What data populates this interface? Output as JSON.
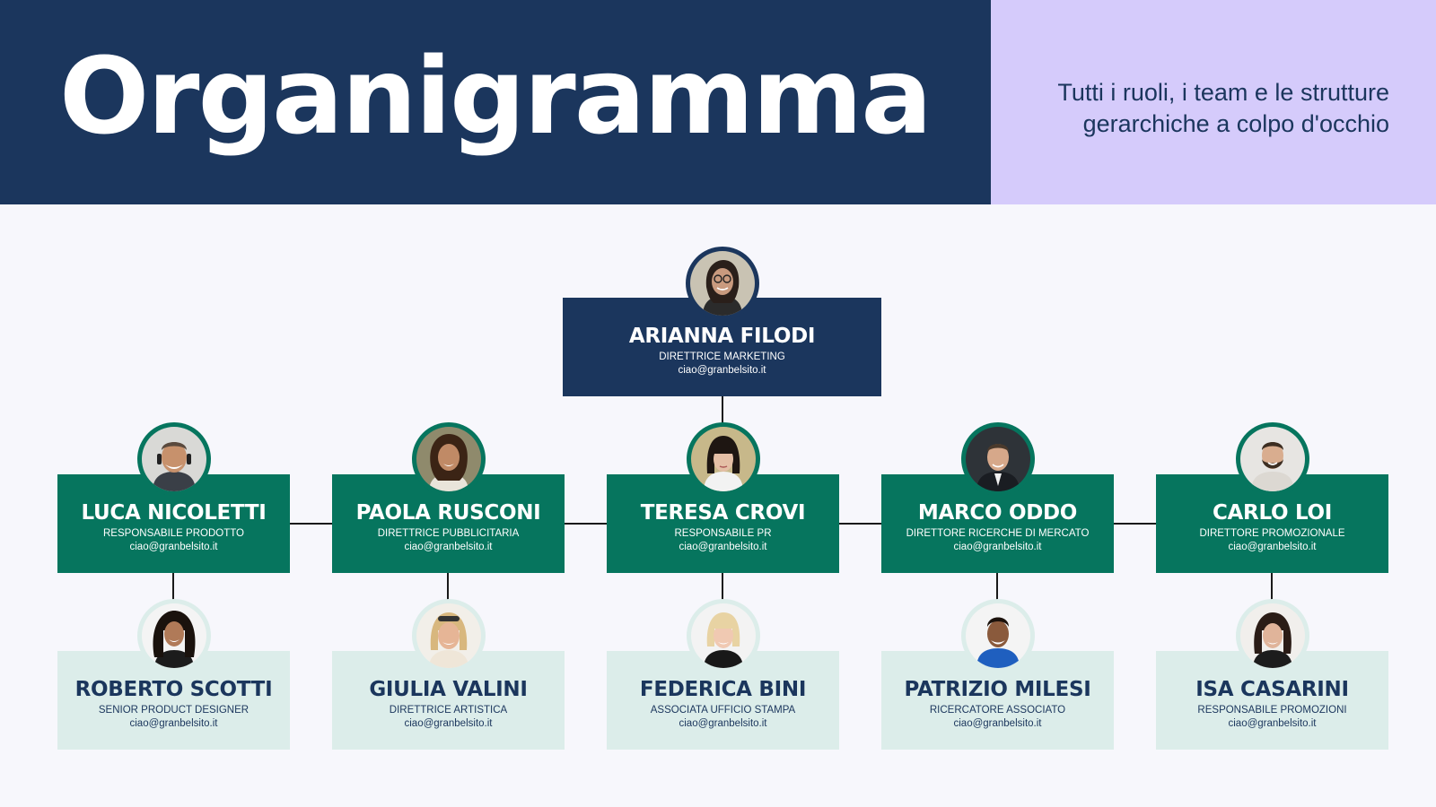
{
  "header": {
    "title": "Organigramma",
    "subtitle": "Tutti i ruoli, i team e le strutture gerarchiche a colpo d'occhio"
  },
  "colors": {
    "navy": "#1b365d",
    "lavender": "#d5cbfb",
    "green": "#06755e",
    "mint": "#dcedea",
    "background": "#f7f7fc"
  },
  "org": {
    "head": {
      "name": "ARIANNA FILODI",
      "role": "DIRETTRICE MARKETING",
      "email": "ciao@granbelsito.it",
      "photo": "woman-glasses-photo"
    },
    "managers": [
      {
        "name": "LUCA NICOLETTI",
        "role": "RESPONSABILE PRODOTTO",
        "email": "ciao@granbelsito.it",
        "photo": "smiling-man-headphones-photo"
      },
      {
        "name": "PAOLA RUSCONI",
        "role": "DIRETTRICE PUBBLICITARIA",
        "email": "ciao@granbelsito.it",
        "photo": "curly-hair-woman-photo"
      },
      {
        "name": "TERESA CROVI",
        "role": "RESPONSABILE PR",
        "email": "ciao@granbelsito.it",
        "photo": "woman-bangs-photo"
      },
      {
        "name": "MARCO ODDO",
        "role": "DIRETTORE RICERCHE DI MERCATO",
        "email": "ciao@granbelsito.it",
        "photo": "man-suit-photo"
      },
      {
        "name": "CARLO LOI",
        "role": "DIRETTORE PROMOZIONALE",
        "email": "ciao@granbelsito.it",
        "photo": "bearded-man-photo"
      }
    ],
    "staff": [
      {
        "name": "ROBERTO SCOTTI",
        "role": "SENIOR PRODUCT DESIGNER",
        "email": "ciao@granbelsito.it",
        "photo": "long-curly-hair-person-photo"
      },
      {
        "name": "GIULIA VALINI",
        "role": "DIRETTRICE ARTISTICA",
        "email": "ciao@granbelsito.it",
        "photo": "blonde-woman-sunglasses-photo"
      },
      {
        "name": "FEDERICA BINI",
        "role": "ASSOCIATA UFFICIO STAMPA",
        "email": "ciao@granbelsito.it",
        "photo": "blonde-woman-photo"
      },
      {
        "name": "PATRIZIO MILESI",
        "role": "RICERCATORE ASSOCIATO",
        "email": "ciao@granbelsito.it",
        "photo": "smiling-man-photo"
      },
      {
        "name": "ISA CASARINI",
        "role": "RESPONSABILE PROMOZIONI",
        "email": "ciao@granbelsito.it",
        "photo": "dark-hair-woman-photo"
      }
    ]
  }
}
